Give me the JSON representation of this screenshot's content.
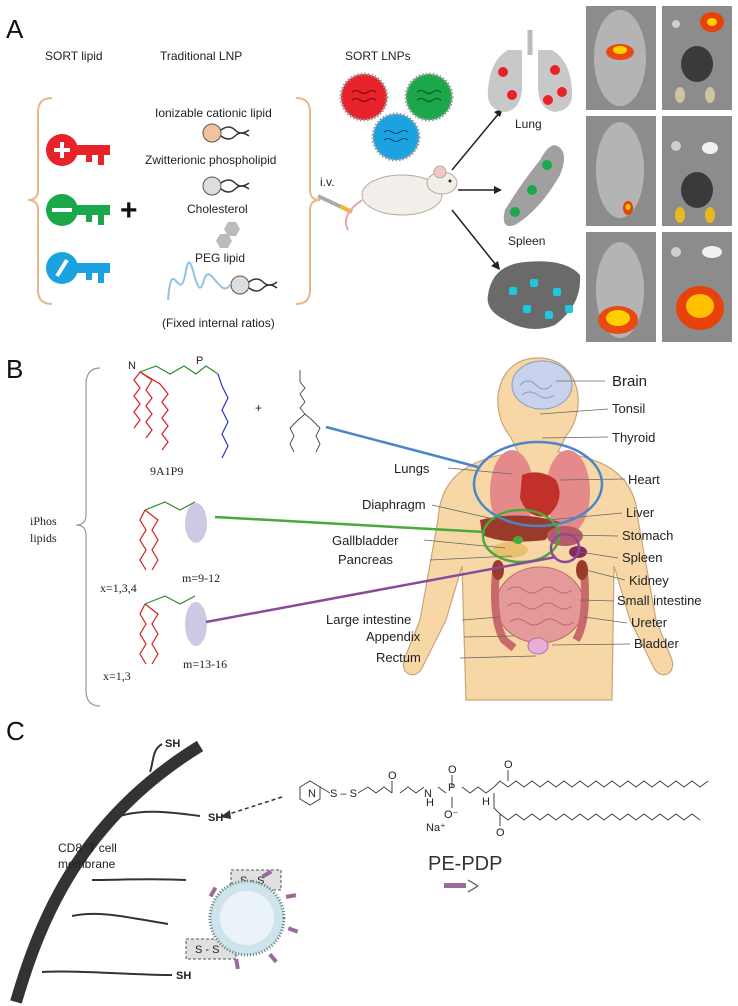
{
  "panels": {
    "a": "A",
    "b": "B",
    "c": "C"
  },
  "panel_a": {
    "sort_lipid": "SORT lipid",
    "traditional_lnp": "Traditional LNP",
    "sort_lnps": "SORT LNPs",
    "ionizable": "Ionizable cationic lipid",
    "zwitterionic": "Zwitterionic phospholipid",
    "cholesterol": "Cholesterol",
    "peg": "PEG lipid",
    "fixed_ratios": "(Fixed internal ratios)",
    "iv": "i.v.",
    "plus": "+",
    "lung": "Lung",
    "spleen": "Spleen",
    "colors": {
      "red": "#e8222a",
      "green": "#1aa84a",
      "blue": "#1aa3e0"
    }
  },
  "panel_b": {
    "compound": "9A1P9",
    "iphos_line1": "iPhos",
    "iphos_line2": "lipids",
    "plus": "+",
    "m1": "m=9-12",
    "x1": "x=1,3,4",
    "m2": "m=13-16",
    "x2": "x=1,3",
    "organs": {
      "brain": "Brain",
      "tonsil": "Tonsil",
      "thyroid": "Thyroid",
      "lungs": "Lungs",
      "heart": "Heart",
      "diaphragm": "Diaphragm",
      "liver": "Liver",
      "stomach": "Stomach",
      "gallbladder": "Gallbladder",
      "spleen": "Spleen",
      "pancreas": "Pancreas",
      "kidney": "Kidney",
      "small_intestine": "Small intestine",
      "large_intestine": "Large intestine",
      "ureter": "Ureter",
      "appendix": "Appendix",
      "bladder": "Bladder",
      "rectum": "Rectum"
    },
    "colors": {
      "blue_line": "#4a86c8",
      "green_line": "#4aa83c",
      "purple_line": "#8a4a9a",
      "red_text": "#d42020",
      "blue_text": "#2a5ac8"
    }
  },
  "panel_c": {
    "sh1": "SH",
    "sh2": "SH",
    "sh3": "SH",
    "membrane_line1": "CD8⁺T cell",
    "membrane_line2": "membrane",
    "ss1": "S - S",
    "ss2": "S - S",
    "pe_pdp": "PE-PDP",
    "chem_ss": "S – S",
    "chem_nh": "N",
    "chem_h": "H",
    "chem_na": "Na⁺",
    "chem_o": "O",
    "chem_p": "P",
    "chem_ominus": "O⁻"
  }
}
